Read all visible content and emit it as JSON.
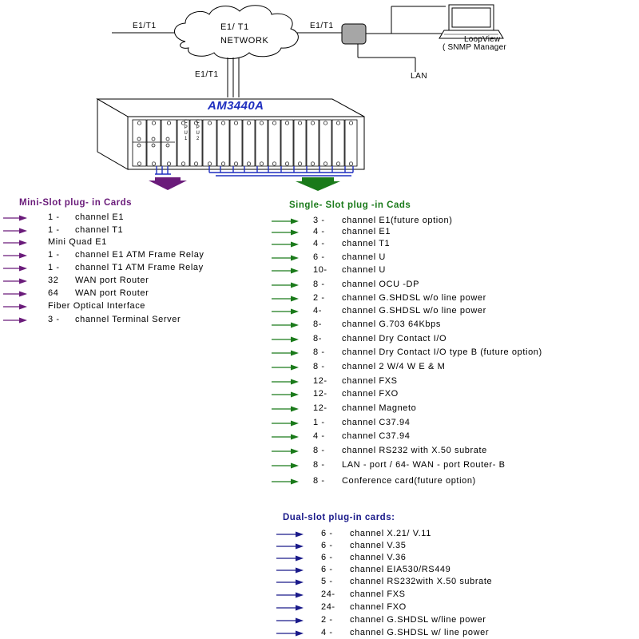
{
  "network": {
    "left_link_label": "E1/T1",
    "right_link_label": "E1/T1",
    "cloud_line1": "E1/ T1",
    "cloud_line2": "NETWORK",
    "down_link_label": "E1/T1",
    "manager_line1": "LoopView",
    "manager_line2": "( SNMP Manager",
    "lan_label": "LAN"
  },
  "chassis": {
    "model": "AM3440A",
    "cpu1_label": "CPU 1",
    "cpu2_label": "CPU 2"
  },
  "colors": {
    "mini": "#6a1b7a",
    "single": "#1a7a1a",
    "dual": "#1a1a8a",
    "model": "#1f2fbf",
    "bus": "#1f2fbf"
  },
  "mini_section": {
    "title": "Mini-Slot plug- in Cards",
    "items": [
      {
        "num": "1 -",
        "text": "channel E1"
      },
      {
        "num": "1 -",
        "text": "channel T1"
      },
      {
        "num": "",
        "text": "Mini Quad E1"
      },
      {
        "num": "1 -",
        "text": "channel E1 ATM Frame Relay"
      },
      {
        "num": "1 -",
        "text": "channel T1 ATM Frame Relay"
      },
      {
        "num": "32",
        "text": "WAN port Router"
      },
      {
        "num": "64",
        "text": "WAN port Router"
      },
      {
        "num": "",
        "text": "Fiber Optical  Interface"
      },
      {
        "num": "3 -",
        "text": "channel Terminal Server"
      }
    ]
  },
  "single_section": {
    "title": "Single-  Slot plug -in Cads",
    "items": [
      {
        "num": "3 -",
        "text": "channel E1(future option)"
      },
      {
        "num": "4 -",
        "text": "channel E1"
      },
      {
        "num": "4 -",
        "text": "channel T1"
      },
      {
        "num": "6 -",
        "text": "channel U"
      },
      {
        "num": "10-",
        "text": "channel U"
      },
      {
        "num": "8 -",
        "text": "channel OCU -DP"
      },
      {
        "num": "2 -",
        "text": "channel G.SHDSL w/o line power"
      },
      {
        "num": "4-",
        "text": "channel G.SHDSL w/o line power"
      },
      {
        "num": "8-",
        "text": "channel G.703 64Kbps"
      },
      {
        "num": "8-",
        "text": "channel Dry Contact I/O"
      },
      {
        "num": "8 -",
        "text": "channel Dry Contact I/O type B (future option)"
      },
      {
        "num": "8 -",
        "text": "channel 2 W/4 W E & M"
      },
      {
        "num": "12-",
        "text": "channel FXS"
      },
      {
        "num": "12-",
        "text": "channel FXO"
      },
      {
        "num": "12-",
        "text": "channel Magneto"
      },
      {
        "num": "1 -",
        "text": "channel C37.94"
      },
      {
        "num": "4 -",
        "text": "channel C37.94"
      },
      {
        "num": "8 -",
        "text": "channel RS232 with X.50  subrate"
      },
      {
        "num": "8 -",
        "text": "LAN - port / 64- WAN - port Router- B"
      },
      {
        "num": "8 -",
        "text": "Conference card(future option)"
      }
    ]
  },
  "dual_section": {
    "title": "Dual-slot plug-in cards:",
    "items": [
      {
        "num": "6 -",
        "text": "channel X.21/ V.11"
      },
      {
        "num": "6 -",
        "text": "channel V.35"
      },
      {
        "num": "6 -",
        "text": "channel V.36"
      },
      {
        "num": "6 -",
        "text": "channel EIA530/RS449"
      },
      {
        "num": "5 -",
        "text": "channel RS232with X.50 subrate"
      },
      {
        "num": "24-",
        "text": "channel FXS"
      },
      {
        "num": "24-",
        "text": "channel FXO"
      },
      {
        "num": "2 -",
        "text": "channel G.SHDSL w/line power"
      },
      {
        "num": "4 -",
        "text": "channel G.SHDSL w/ line power"
      }
    ]
  }
}
